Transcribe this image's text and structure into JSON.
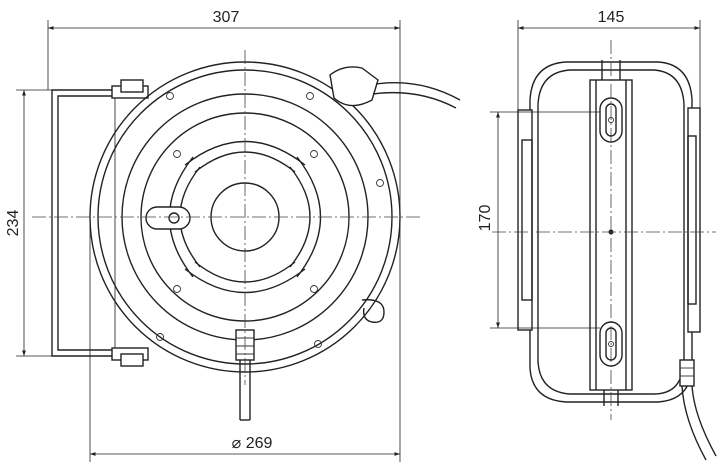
{
  "dimensions": {
    "front_width": "307",
    "front_height": "234",
    "diameter": "⌀ 269",
    "side_width": "145",
    "side_height": "170"
  }
}
